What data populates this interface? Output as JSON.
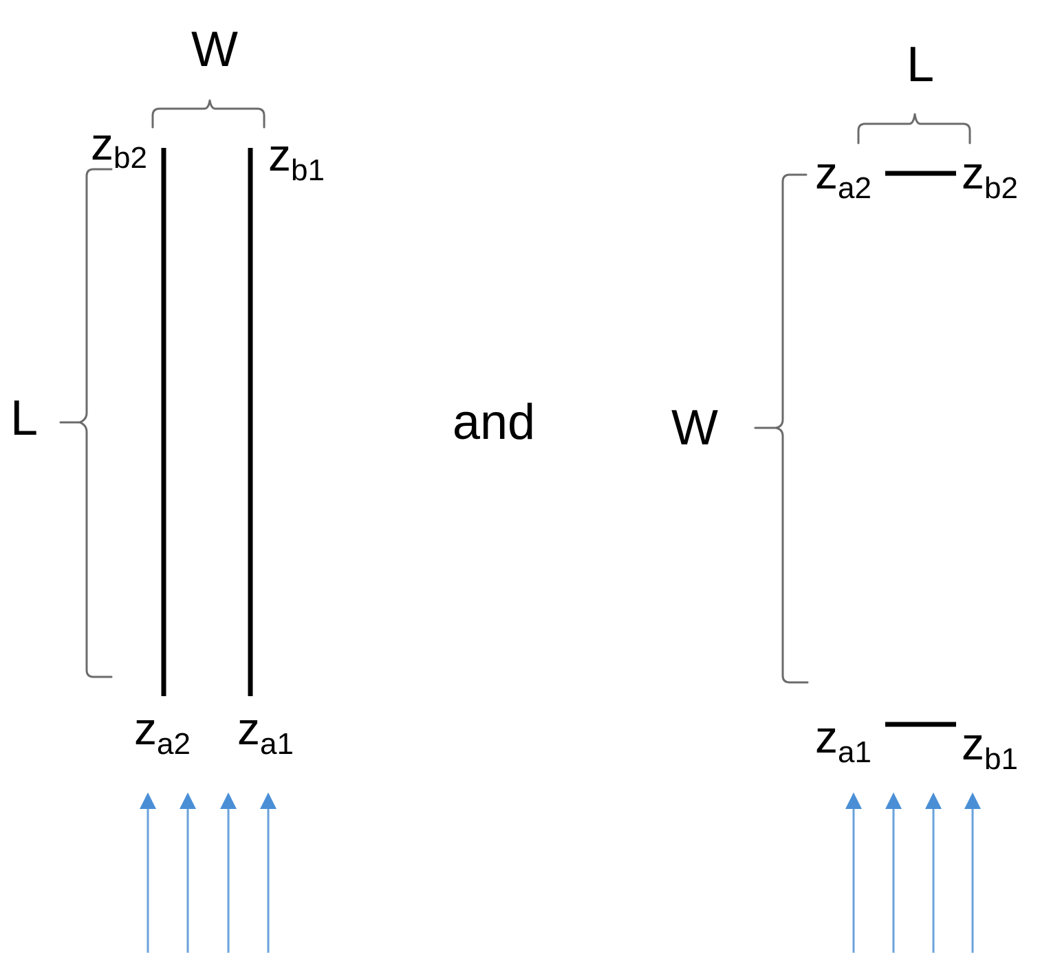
{
  "left_panel": {
    "width_label": "W",
    "length_label": "L",
    "top_left": {
      "base": "z",
      "sub": "b2"
    },
    "top_right": {
      "base": "z",
      "sub": "b1"
    },
    "bottom_left": {
      "base": "z",
      "sub": "a2"
    },
    "bottom_right": {
      "base": "z",
      "sub": "a1"
    },
    "arrow_count": 4
  },
  "connector_text": "and",
  "right_panel": {
    "width_label": "W",
    "length_label": "L",
    "top_left": {
      "base": "z",
      "sub": "a2"
    },
    "top_right": {
      "base": "z",
      "sub": "b2"
    },
    "bottom_left": {
      "base": "z",
      "sub": "a1"
    },
    "bottom_right": {
      "base": "z",
      "sub": "b1"
    },
    "arrow_count": 4
  },
  "colors": {
    "plate": "#000000",
    "bracket": "#6b6b6b",
    "flow_arrow": "#4a8fd6"
  }
}
